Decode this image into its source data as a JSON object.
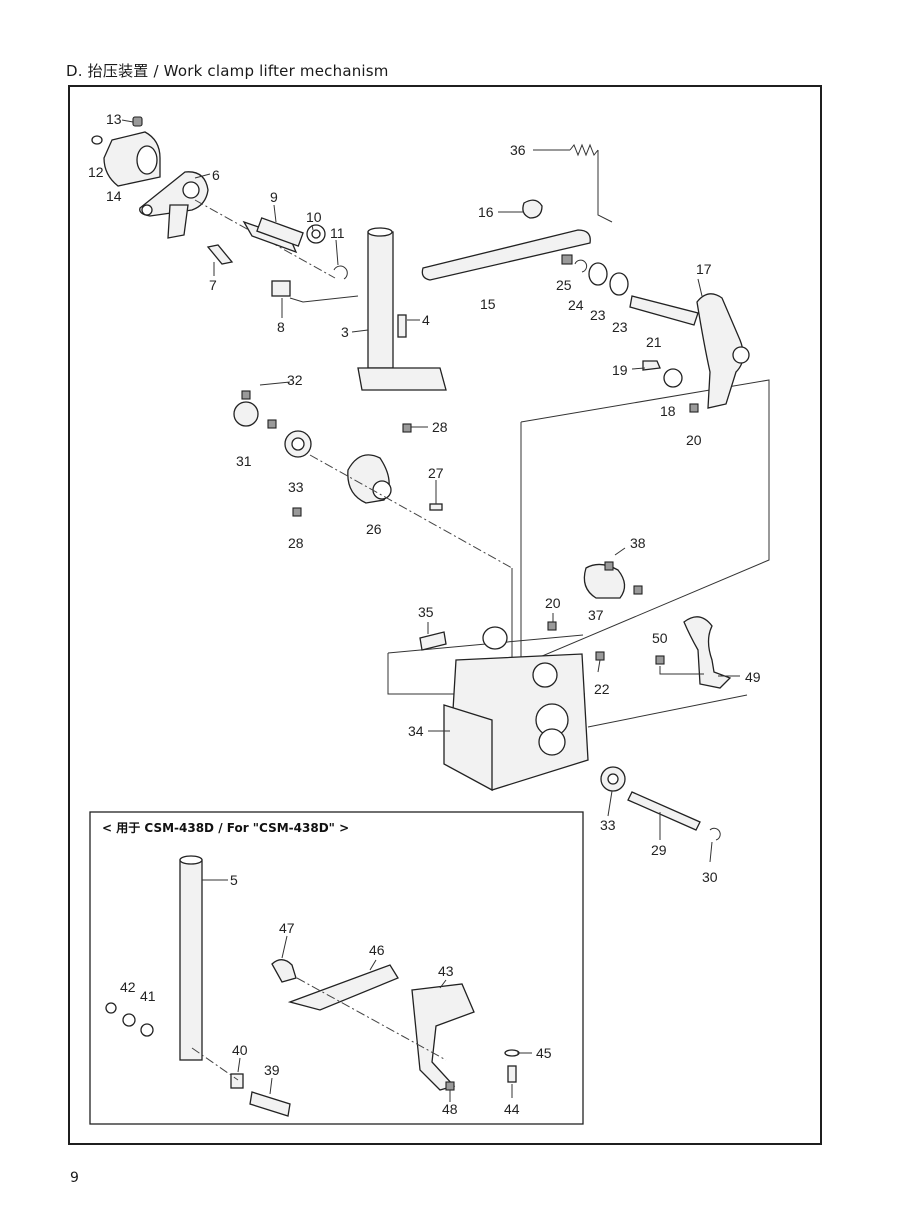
{
  "header": {
    "title": "D. 抬压装置 / Work clamp lifter mechanism"
  },
  "inset": {
    "title": "< 用于 CSM-438D / For \"CSM-438D\" >"
  },
  "callouts": {
    "n3": "3",
    "n4": "4",
    "n5": "5",
    "n6": "6",
    "n7": "7",
    "n8": "8",
    "n9": "9",
    "n10": "10",
    "n11": "11",
    "n12": "12",
    "n13": "13",
    "n14": "14",
    "n15": "15",
    "n16": "16",
    "n17": "17",
    "n18": "18",
    "n19": "19",
    "n20a": "20",
    "n20b": "20",
    "n21": "21",
    "n22": "22",
    "n23a": "23",
    "n23b": "23",
    "n24": "24",
    "n25": "25",
    "n26": "26",
    "n27": "27",
    "n28a": "28",
    "n28b": "28",
    "n29": "29",
    "n30": "30",
    "n31": "31",
    "n32": "32",
    "n33a": "33",
    "n33b": "33",
    "n34": "34",
    "n35": "35",
    "n36": "36",
    "n37": "37",
    "n38": "38",
    "n39": "39",
    "n40": "40",
    "n41": "41",
    "n42": "42",
    "n43": "43",
    "n44": "44",
    "n45": "45",
    "n46": "46",
    "n47": "47",
    "n48": "48",
    "n49": "49",
    "n50": "50"
  },
  "footer": {
    "page_number": "9"
  }
}
